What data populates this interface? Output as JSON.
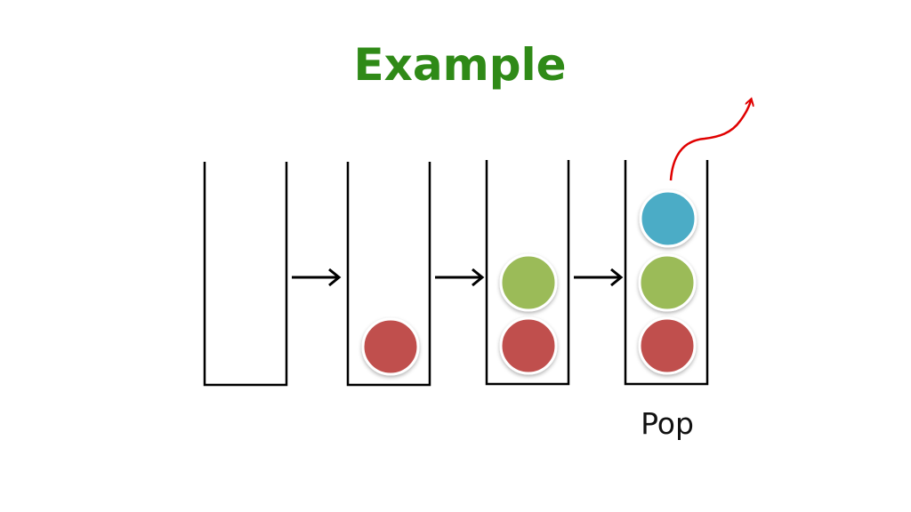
{
  "slide": {
    "title": "Example",
    "pop_label": "Pop"
  },
  "colors": {
    "title": "#2f8a17",
    "red_ball": "#c0504d",
    "green_ball": "#9bbb59",
    "blue_ball": "#4bacc6",
    "pop_arrow": "#e00000",
    "container": "#000000"
  },
  "stacks": [
    {
      "balls": []
    },
    {
      "balls": [
        "red"
      ]
    },
    {
      "balls": [
        "red",
        "green"
      ]
    },
    {
      "balls": [
        "red",
        "green",
        "blue"
      ]
    }
  ]
}
